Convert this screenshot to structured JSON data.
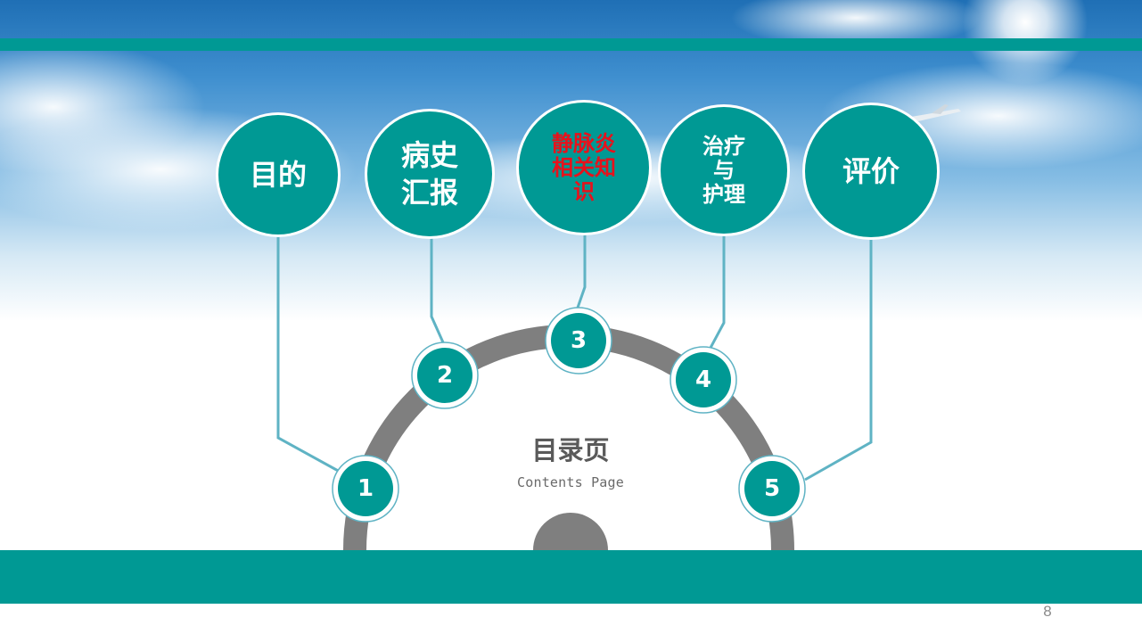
{
  "colors": {
    "teal": "#009994",
    "teal_light": "#5fb3c4",
    "arc_gray": "#7f7f7f",
    "highlight_red": "#e8111b",
    "sky_top": "#1f6fb5"
  },
  "topics": [
    {
      "lines": [
        "目的"
      ],
      "highlight": false
    },
    {
      "lines": [
        "病史",
        "汇报"
      ],
      "highlight": false
    },
    {
      "lines": [
        "静脉炎",
        "相关知",
        "识"
      ],
      "highlight": true
    },
    {
      "lines": [
        "治疗",
        "与",
        "护理"
      ],
      "highlight": false
    },
    {
      "lines": [
        "评价"
      ],
      "highlight": false
    }
  ],
  "steps": [
    "1",
    "2",
    "3",
    "4",
    "5"
  ],
  "center": {
    "title": "目录页",
    "subtitle": "Contents Page"
  },
  "footer": {
    "page_number": "8"
  }
}
